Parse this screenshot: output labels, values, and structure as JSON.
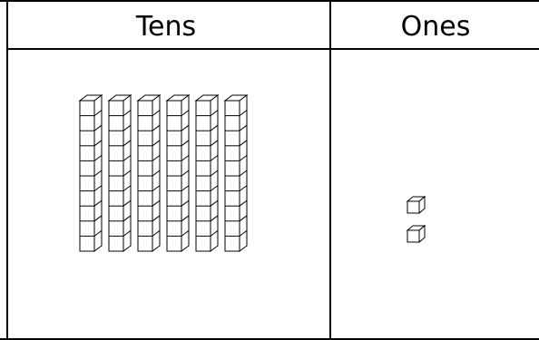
{
  "headers": {
    "tens": "Tens",
    "ones": "Ones"
  },
  "tens_rods": 6,
  "units_per_rod": 10,
  "ones_cubes": 2,
  "colors": {
    "line": "#000000",
    "background": "#ffffff"
  }
}
